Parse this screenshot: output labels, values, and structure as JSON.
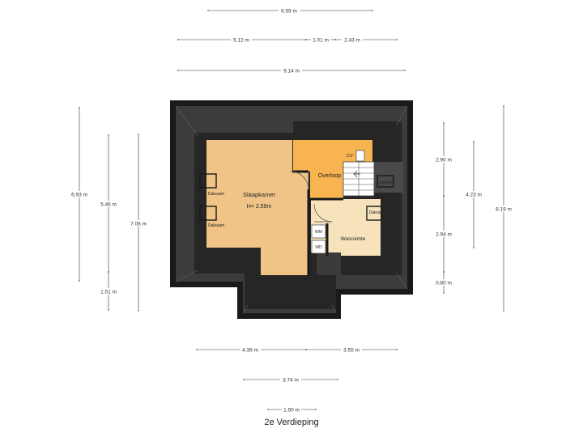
{
  "floor_title": "2e Verdieping",
  "rooms": {
    "slaapkamer": "Slaapkamer",
    "height": "H= 2.59m",
    "overloop": "Overloop",
    "wasruimte": "Wasruimte",
    "cv": "CV",
    "wm": "WM",
    "wd": "WD",
    "dakraam": "Dakraam"
  },
  "dimensions": {
    "top": [
      "6.59 m",
      "5.12 m",
      "1.01 m",
      "2.43 m",
      "9.14 m"
    ],
    "left": [
      "6.93 m",
      "5.46 m",
      "7.08 m",
      "1.51 m"
    ],
    "right": [
      "2.90 m",
      "4.23 m",
      "8.19 m",
      "2.94 m",
      "0.80 m"
    ],
    "bottom": [
      "4.39 m",
      "3.55 m",
      "3.74 m",
      "1.90 m"
    ]
  },
  "colors": {
    "roof_dark": "#3c3c3c",
    "wall": "#1a1a1a",
    "slaapkamer": "#f0c487",
    "overloop": "#f8b450",
    "wasruimte": "#f7e3bb"
  }
}
